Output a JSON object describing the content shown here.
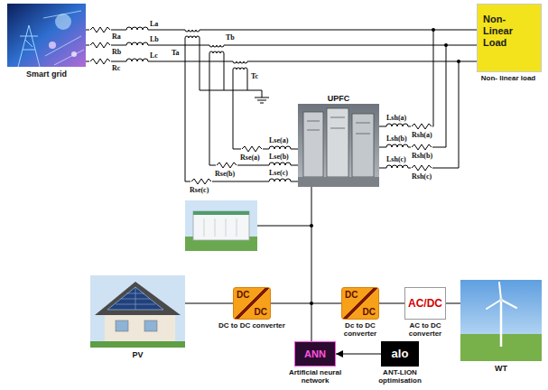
{
  "diagram": {
    "nodes": [
      {
        "text": [
          "Smart grid"
        ]
      },
      {
        "text": [
          "Non- Linear Load",
          "Non- linear load"
        ]
      },
      {
        "text": [
          "UPFC"
        ]
      },
      {
        "text": [
          "PV"
        ]
      },
      {
        "text": [
          "DC",
          "DC",
          "DC to DC converter"
        ]
      },
      {
        "text": [
          "DC",
          "DC",
          "Dc to DC converter"
        ]
      },
      {
        "text": [
          "AC/DC",
          "AC to DC converter"
        ]
      },
      {
        "text": [
          "WT"
        ]
      },
      {
        "text": [
          "ANN",
          "Artificial neural network"
        ]
      },
      {
        "text": [
          "alo",
          "ANT-LION optimisation"
        ]
      }
    ],
    "edges": [
      {
        "from": 0,
        "to": 1,
        "arrow": "none"
      },
      {
        "from": 3,
        "to": 4,
        "arrow": "none"
      },
      {
        "from": 4,
        "to": 5,
        "arrow": "none"
      },
      {
        "from": 5,
        "to": 6,
        "arrow": "none"
      },
      {
        "from": 6,
        "to": 7,
        "arrow": "none"
      },
      {
        "from": 2,
        "to": 8,
        "arrow": "none"
      },
      {
        "from": 9,
        "to": 8,
        "arrow": "to"
      }
    ],
    "labels": [
      "Ra",
      "La",
      "Rb",
      "Lb",
      "Rc",
      "Lc",
      "Ta",
      "Tb",
      "Tc",
      "Lse(a)",
      "Rse(a)",
      "Lse(b)",
      "Rse(b)",
      "Lse(c)",
      "Rse(c)",
      "Lsh(a)",
      "Rsh(a)",
      "Lsh(b)",
      "Rsh(b)",
      "Lsh(c)",
      "Rsh(c)"
    ]
  }
}
